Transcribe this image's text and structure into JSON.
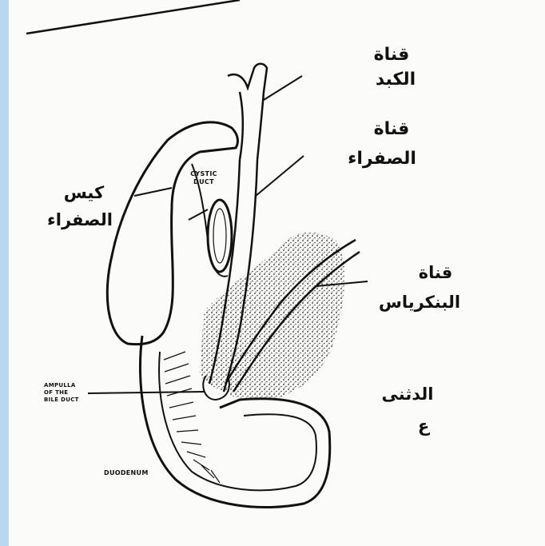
{
  "labels": {
    "hepatic_duct": [
      "قناة",
      "الكبد"
    ],
    "bile_duct": [
      "قناة",
      "الصفراء"
    ],
    "gallbladder": [
      "كيس",
      "الصفراء"
    ],
    "pancreatic_duct": [
      "قناة",
      "البنكرياس"
    ],
    "duodenum_ar": [
      "الدثنى",
      "ع"
    ],
    "cystic_duct": [
      "CYSTIC",
      "DUCT"
    ],
    "ampulla": [
      "AMPULLA",
      "OF THE",
      "BILE DUCT"
    ],
    "duodenum_en": "DUODENUM"
  },
  "colors": {
    "ink": "#111111",
    "paper": "#fbfbfa",
    "strip": "#b9d8ef"
  }
}
